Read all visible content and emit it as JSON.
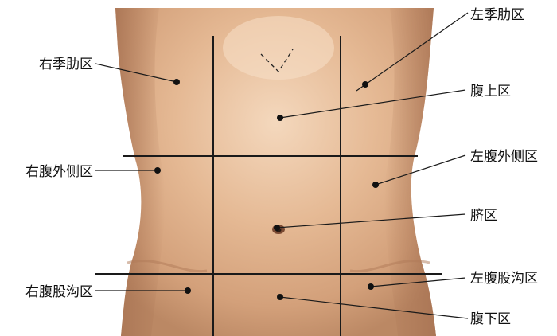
{
  "labels": {
    "right_hypochondriac": "右季肋区",
    "left_hypochondriac": "左季肋区",
    "epigastric": "腹上区",
    "right_lateral": "右腹外侧区",
    "left_lateral": "左腹外侧区",
    "umbilical": "脐区",
    "right_inguinal": "右腹股沟区",
    "left_inguinal": "左腹股沟区",
    "hypogastric": "腹下区"
  },
  "colors": {
    "skin_light": "#ecc6a6",
    "skin_mid": "#d9a881",
    "skin_dark": "#b88462",
    "line": "#1a1a1a",
    "text": "#111111"
  }
}
